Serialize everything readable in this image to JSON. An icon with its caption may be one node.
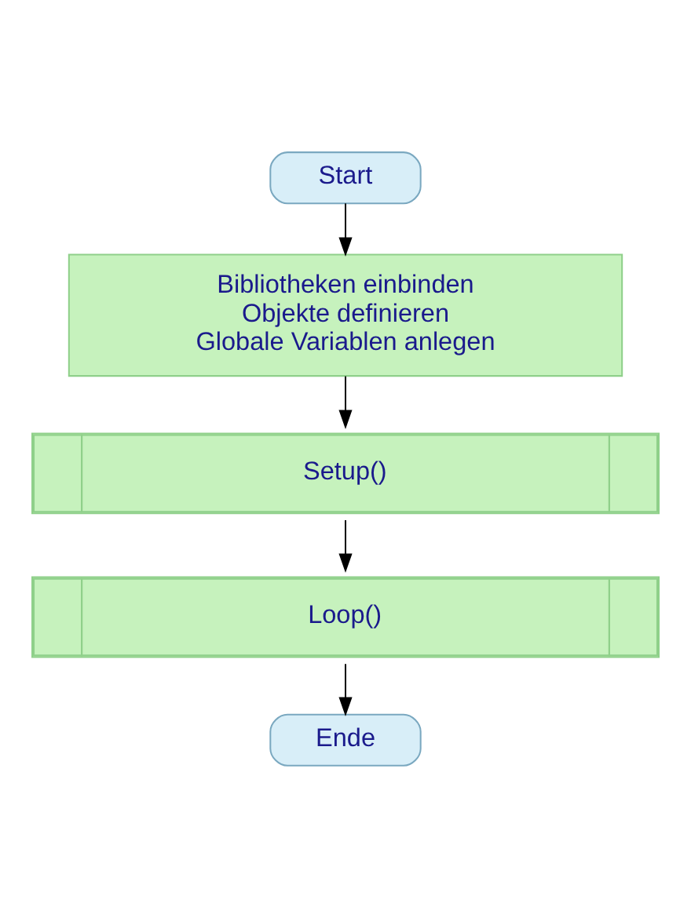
{
  "diagram": {
    "nodes": [
      {
        "text": [
          "Start"
        ]
      },
      {
        "text": [
          "Bibliotheken einbinden",
          "Objekte definieren",
          "Globale Variablen anlegen"
        ]
      },
      {
        "text": [
          "Setup()"
        ]
      },
      {
        "text": [
          "Loop()"
        ]
      },
      {
        "text": [
          "Ende"
        ]
      }
    ],
    "edges": [
      {
        "from": 0,
        "to": 1,
        "arrow": "to"
      },
      {
        "from": 1,
        "to": 2,
        "arrow": "to"
      },
      {
        "from": 2,
        "to": 3,
        "arrow": "to"
      },
      {
        "from": 3,
        "to": 4,
        "arrow": "to"
      }
    ]
  }
}
